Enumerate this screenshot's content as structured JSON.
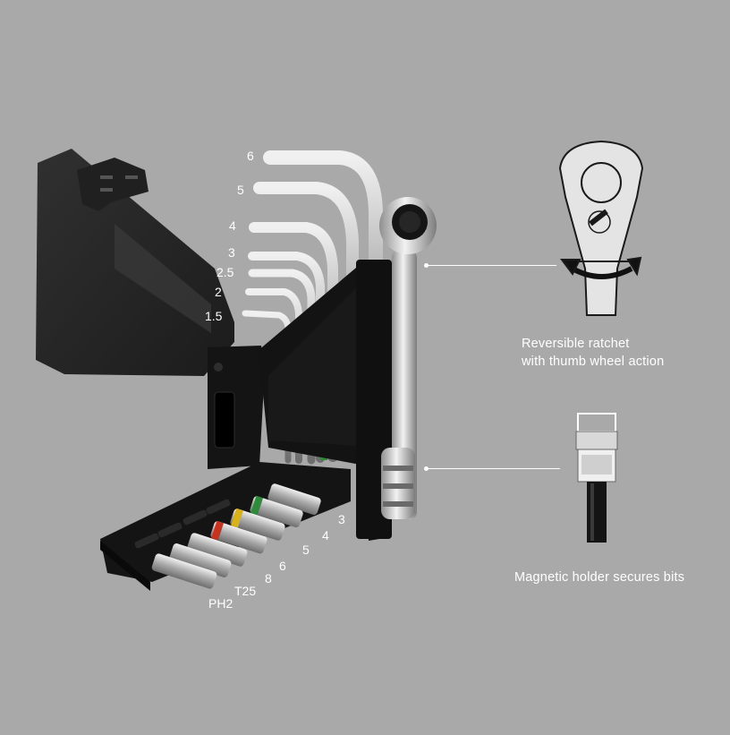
{
  "hex_key_sizes": [
    "6",
    "5",
    "4",
    "3",
    "2.5",
    "2",
    "1.5"
  ],
  "bit_sizes": [
    "3",
    "4",
    "5",
    "6",
    "8",
    "T25",
    "PH2"
  ],
  "callouts": {
    "ratchet": {
      "line1": "Reversible ratchet",
      "line2": "with thumb wheel action"
    },
    "holder": {
      "line1": "Magnetic holder secures bits"
    }
  },
  "colors": {
    "background": "#a9a9a9",
    "tool_body": "#141414",
    "chrome": "#c9c9c9",
    "bit_band_green": "#2f8a3a",
    "bit_band_yellow": "#d9b118",
    "bit_band_red": "#c8331f"
  }
}
